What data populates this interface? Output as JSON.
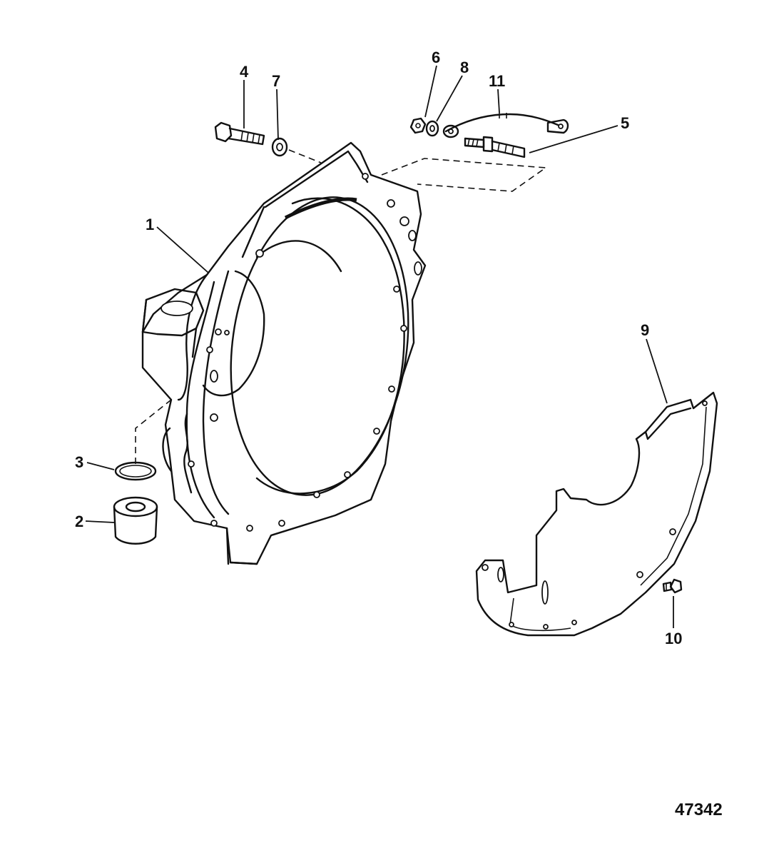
{
  "callouts": [
    {
      "id": "c1",
      "label": "1"
    },
    {
      "id": "c2",
      "label": "2"
    },
    {
      "id": "c3",
      "label": "3"
    },
    {
      "id": "c4",
      "label": "4"
    },
    {
      "id": "c5",
      "label": "5"
    },
    {
      "id": "c6",
      "label": "6"
    },
    {
      "id": "c7",
      "label": "7"
    },
    {
      "id": "c8",
      "label": "8"
    },
    {
      "id": "c9a",
      "label": "9"
    },
    {
      "id": "c10",
      "label": "10"
    },
    {
      "id": "c11",
      "label": "11"
    }
  ],
  "figure_number": "47342"
}
